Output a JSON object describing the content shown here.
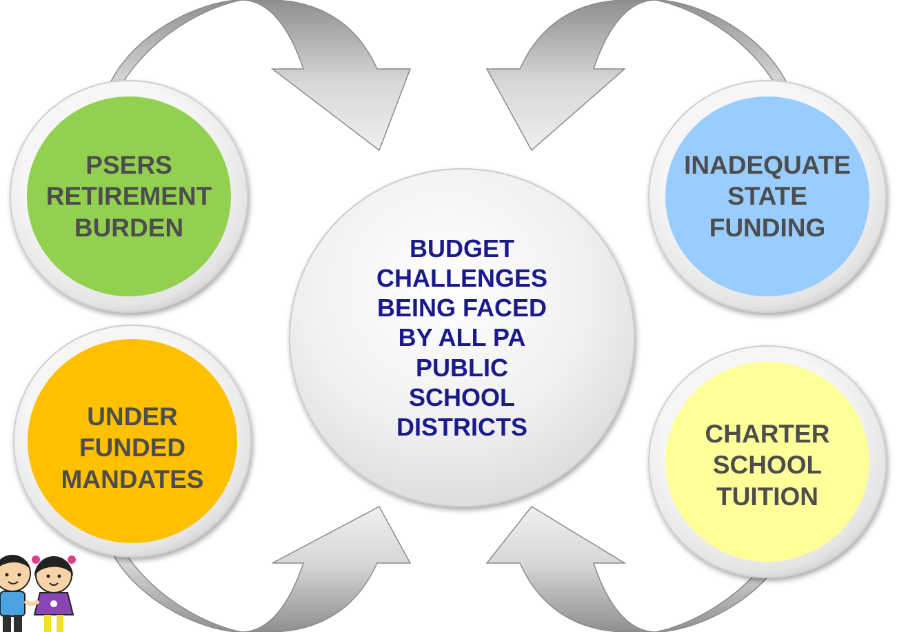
{
  "diagram": {
    "center": {
      "text": "BUDGET\nCHALLENGES\nBEING FACED\nBY ALL PA\nPUBLIC\nSCHOOL\nDISTRICTS",
      "color": "#1a1a8c"
    },
    "nodes": [
      {
        "id": "psers",
        "text": "PSERS\nRETIREMENT\nBURDEN",
        "fill": "#92d050"
      },
      {
        "id": "state",
        "text": "INADEQUATE\nSTATE\nFUNDING",
        "fill": "#99ccff"
      },
      {
        "id": "mandates",
        "text": "UNDER\nFUNDED\nMANDATES",
        "fill": "#ffc000"
      },
      {
        "id": "charter",
        "text": "CHARTER\nSCHOOL\nTUITION",
        "fill": "#ffff99"
      }
    ],
    "arrow_color": "#c8c8c8",
    "label_color": "#4d4d4d",
    "clipart": "children-holding-hands-icon"
  }
}
